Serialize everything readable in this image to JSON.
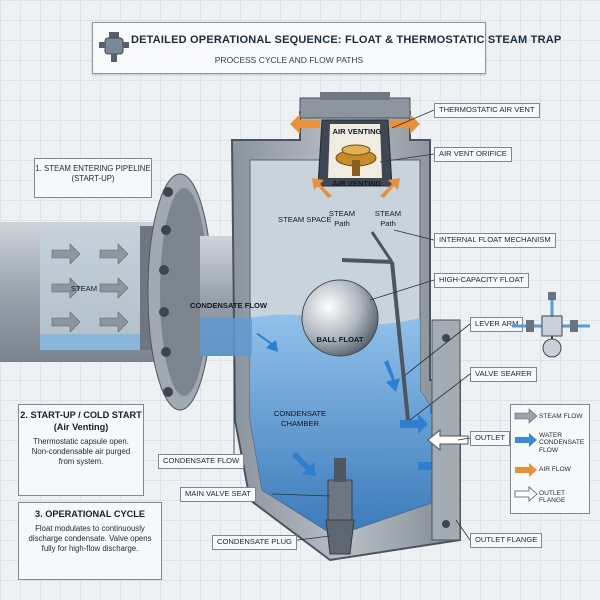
{
  "title": {
    "main": "DETAILED OPERATIONAL SEQUENCE: FLOAT & THERMOSTATIC STEAM TRAP",
    "sub": "PROCESS CYCLE AND FLOW PATHS"
  },
  "callouts": {
    "thermostatic_air_vent": "THERMOSTATIC AIR VENT",
    "air_vent_orifice": "AIR VENT ORIFICE",
    "internal_float_mechanism": "INTERNAL FLOAT MECHANISM",
    "high_capacity_float": "HIGH-CAPACITY FLOAT",
    "lever_arm": "LEVER ARM",
    "valve_seater": "VALVE SEARER",
    "outlet": "OUTLET",
    "outlet_flange": "OUTLET FLANGE",
    "condensate_flow": "CONDENSATE FLOW",
    "main_valve_seat": "MAIN VALVE SEAT",
    "condensate_plug": "CONDENSATE PLUG"
  },
  "inline_labels": {
    "air_venting_top": "AIR VENTING",
    "air_venting_mid": "AIR VENTING",
    "steam_space": "STEAM SPACE",
    "steam_path_1a": "STEAM",
    "steam_path_1b": "Path",
    "steam_path_2a": "STEAM",
    "steam_path_2b": "Path",
    "steam_pipe": "STEAM",
    "condensate_flow_pipe": "CONDENSATE FLOW",
    "ball_float": "BALL FLOAT",
    "condensate_chamber_1": "CONDENSATE",
    "condensate_chamber_2": "CHAMBER"
  },
  "panels": {
    "step1": {
      "line1": "1. STEAM ENTERING PIPELINE",
      "line2": "(START-UP)"
    },
    "step2": {
      "heading1": "2. START-UP / COLD START",
      "heading2": "(Air Venting)",
      "body1": "Thermostatic capsule open.",
      "body2": "Non-condensable air purged",
      "body3": "from system."
    },
    "step3": {
      "heading": "3. OPERATIONAL CYCLE",
      "body1": "Float modulates to continuously",
      "body2": "discharge condensate. Valve opens",
      "body3": "fully for high-flow discharge."
    }
  },
  "legend": {
    "items": [
      {
        "label1": "STEAM FLOW",
        "label2": "",
        "color": "#9aa3ad"
      },
      {
        "label1": "WATER",
        "label2": "CONDENSATE FLOW",
        "color": "#3d8ad6"
      },
      {
        "label1": "AIR FLOW",
        "label2": "",
        "color": "#e8913c"
      },
      {
        "label1": "OUTLET FLANGE",
        "label2": "",
        "color": "#ffffff"
      }
    ]
  },
  "colors": {
    "steel": "#9aa3ad",
    "water": "#3d8ad6",
    "air": "#e8913c"
  }
}
